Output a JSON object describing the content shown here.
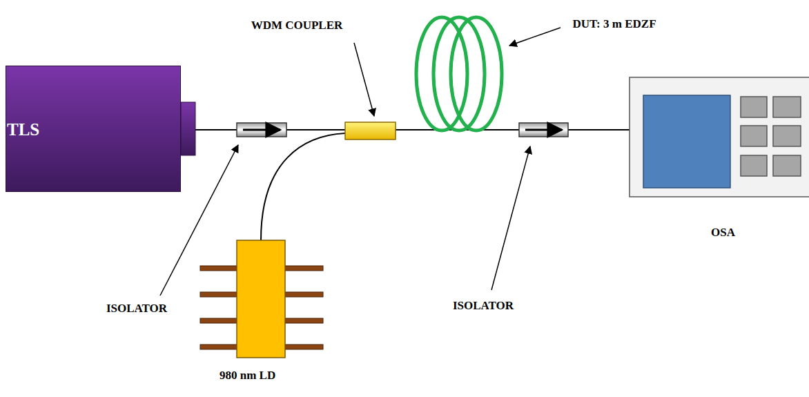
{
  "diagram": {
    "nodes": [
      {
        "text": [
          "TLS"
        ]
      },
      {
        "text": [
          "980 nm LD"
        ]
      },
      {
        "text": [
          "OSA"
        ]
      }
    ],
    "labels": [
      "WDM COUPLER",
      "DUT: 3 m EDZF",
      "ISOLATOR",
      "ISOLATOR"
    ]
  }
}
